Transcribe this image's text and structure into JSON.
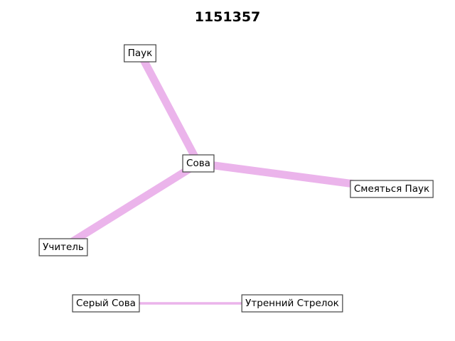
{
  "title": "1151357",
  "edge_color": "#ebb4eb",
  "nodes": [
    {
      "id": "pauk",
      "label": "Паук"
    },
    {
      "id": "sova",
      "label": "Сова"
    },
    {
      "id": "smeyatsya_pauk",
      "label": "Смеяться Паук"
    },
    {
      "id": "uchitel",
      "label": "Учитель"
    },
    {
      "id": "seryi_sova",
      "label": "Серый Сова"
    },
    {
      "id": "utrenniy_strelok",
      "label": "Утренний Стрелок"
    }
  ],
  "edges": [
    {
      "source": "sova",
      "target": "pauk",
      "weight": "heavy"
    },
    {
      "source": "sova",
      "target": "smeyatsya_pauk",
      "weight": "heavy"
    },
    {
      "source": "sova",
      "target": "uchitel",
      "weight": "heavy"
    },
    {
      "source": "seryi_sova",
      "target": "utrenniy_strelok",
      "weight": "light"
    }
  ]
}
